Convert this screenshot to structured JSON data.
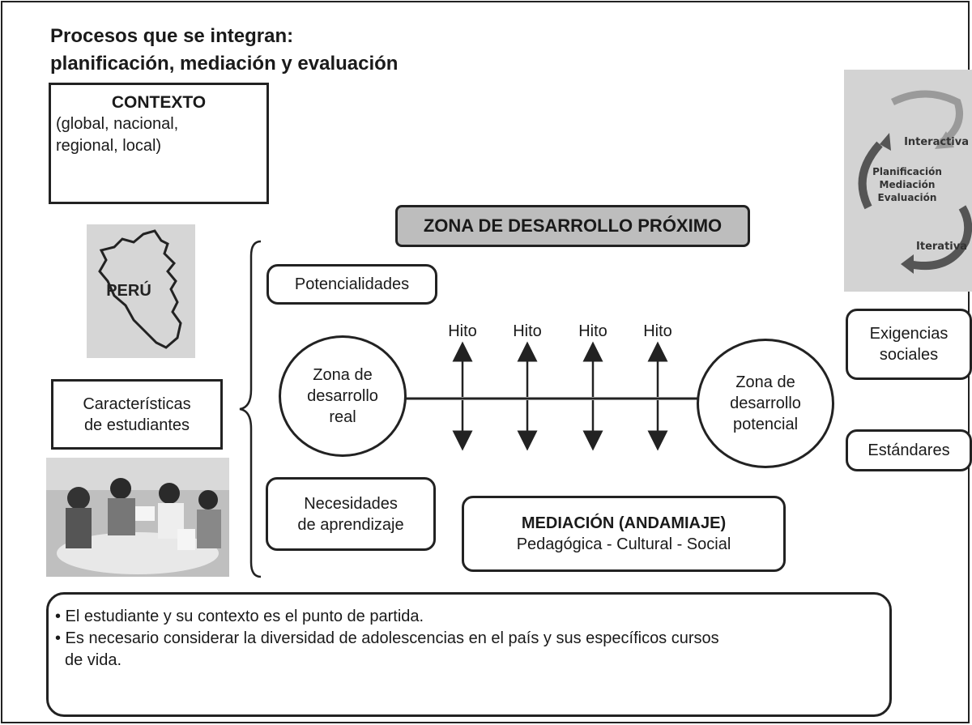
{
  "title": {
    "line1": "Procesos que se integran:",
    "line2": "planificación, mediación y evaluación"
  },
  "contexto": {
    "head": "CONTEXTO",
    "line1": "(global, nacional,",
    "line2": "regional, local)"
  },
  "map": {
    "label": "PERÚ",
    "icon": "peru-map-icon"
  },
  "zdp_label": "ZONA DE DESARROLLO PRÓXIMO",
  "potencialidades": "Potencialidades",
  "caracteristicas": {
    "line1": "Características",
    "line2": "de estudiantes"
  },
  "necesidades": {
    "line1": "Necesidades",
    "line2": "de aprendizaje"
  },
  "zona_real": {
    "line1": "Zona de",
    "line2": "desarrollo",
    "line3": "real"
  },
  "zona_potencial": {
    "line1": "Zona de",
    "line2": "desarrollo",
    "line3": "potencial"
  },
  "hitos": [
    "Hito",
    "Hito",
    "Hito",
    "Hito"
  ],
  "mediacion": {
    "title": "MEDIACIÓN (ANDAMIAJE)",
    "subtitle": "Pedagógica - Cultural - Social"
  },
  "cycle": {
    "top": "Interactiva",
    "center_1": "Planificación",
    "center_2": "Mediación",
    "center_3": "Evaluación",
    "bottom": "Iterativa"
  },
  "exigencias": {
    "line1": "Exigencias",
    "line2": "sociales"
  },
  "estandares": "Estándares",
  "notes": {
    "item1": "• El estudiante y su contexto es el punto de partida.",
    "item2": "• Es necesario considerar la diversidad de adolescencias en el país y sus específicos cursos",
    "item2_cont": "de vida."
  }
}
